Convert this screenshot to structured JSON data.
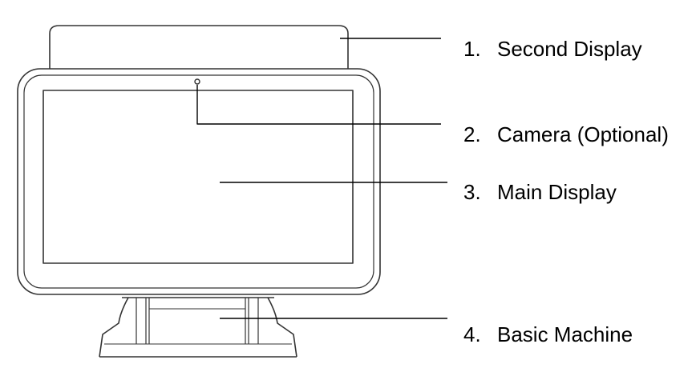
{
  "diagram": {
    "callouts": [
      {
        "number": "1.",
        "label": "Second Display"
      },
      {
        "number": "2.",
        "label": "Camera (Optional)"
      },
      {
        "number": "3.",
        "label": "Main Display"
      },
      {
        "number": "4.",
        "label": "Basic Machine"
      }
    ]
  }
}
